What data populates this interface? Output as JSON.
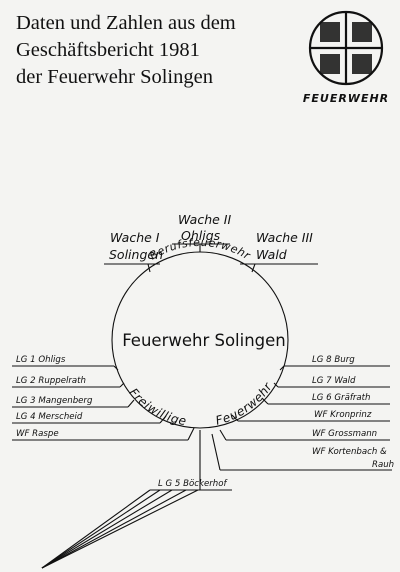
{
  "header": {
    "title_lines": [
      "Daten und Zahlen aus dem",
      "Geschäftsbericht 1981",
      "der Feuerwehr Solingen"
    ]
  },
  "logo": {
    "caption": "FEUERWEHR",
    "icon": "fire-brigade-emblem-icon"
  },
  "diagram": {
    "center": "Feuerwehr Solingen",
    "ring_labels": {
      "top": "Berufsfeuerwehr",
      "bottom_left": "Freiwillige",
      "bottom_right": "Feuerwehr"
    },
    "stations": {
      "wache1_line1": "Wache I",
      "wache1_line2": "Solingen",
      "wache2_line1": "Wache II",
      "wache2_line2": "Ohligs",
      "wache3_line1": "Wache III",
      "wache3_line2": "Wald"
    },
    "left_units": [
      "LG 1 Ohligs",
      "LG 2 Ruppelrath",
      "LG 3 Mangenberg",
      "LG 4 Merscheid",
      "WF  Raspe"
    ],
    "right_units": [
      "LG 8  Burg",
      "LG 7  Wald",
      "LG 6  Gräfrath",
      "WF  Kronprinz",
      "WF  Grossmann",
      "WF  Kortenbach &",
      "Rauh"
    ],
    "bottom_unit": "L G  5  Böckerhof"
  }
}
